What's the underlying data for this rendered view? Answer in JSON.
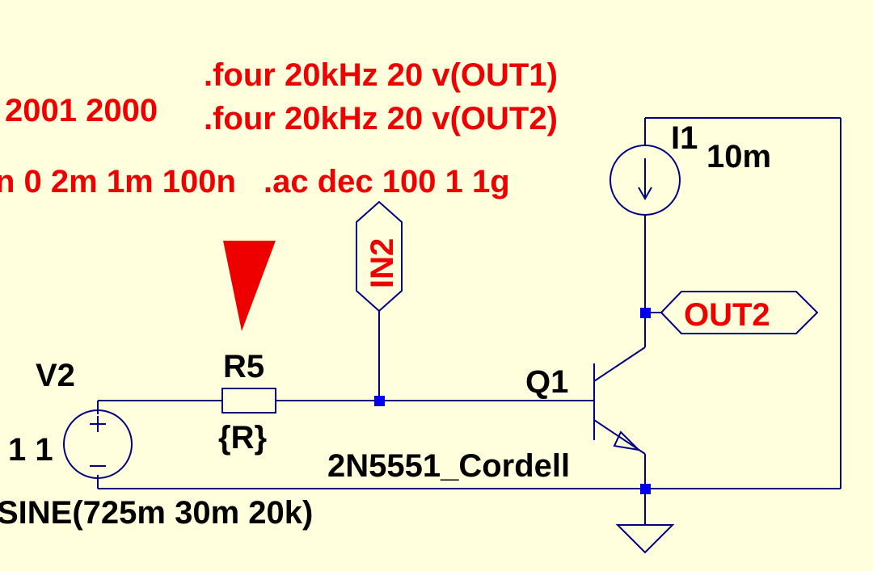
{
  "colors": {
    "background": "#ffffdd",
    "wire": "#000080",
    "junction": "#0000ee",
    "spice_text": "#ee0000",
    "label_text": "#000000"
  },
  "directives": {
    "four_out1": ".four 20kHz 20 v(OUT1)",
    "four_out2": ".four 20kHz 20 v(OUT2)",
    "step_partial": "2001 2000",
    "tran_partial": "n 0 2m 1m 100n",
    "ac": ".ac dec 100 1 1g"
  },
  "components": {
    "v2": {
      "name": "V2",
      "ac_value": "1 1",
      "value": "SINE(725m 30m 20k)"
    },
    "r5": {
      "name": "R5",
      "value": "{R}"
    },
    "q1": {
      "name": "Q1",
      "model": "2N5551_Cordell"
    },
    "i1": {
      "name": "I1",
      "value": "10m"
    }
  },
  "net_labels": {
    "in2": "IN2",
    "out2": "OUT2"
  },
  "icons": {
    "probe": "probe-marker-icon",
    "ground": "ground-icon"
  }
}
